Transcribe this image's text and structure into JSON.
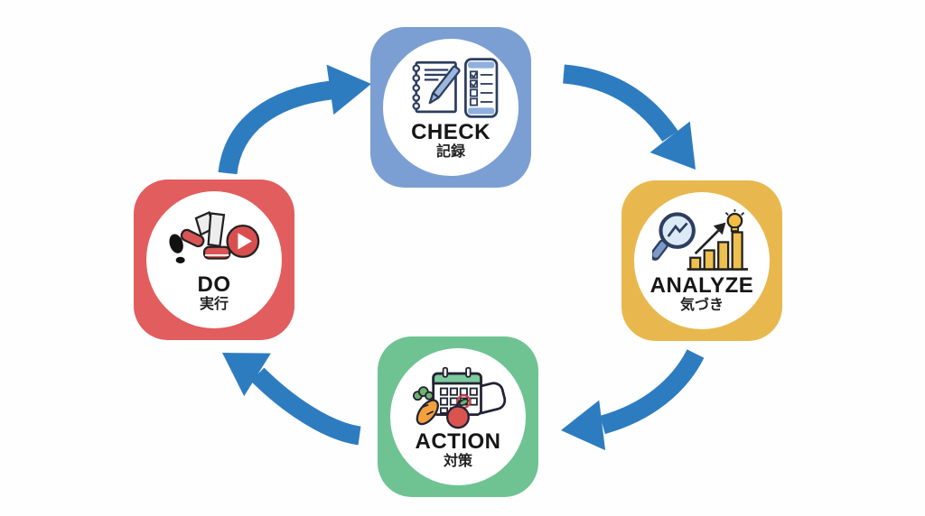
{
  "diagram": {
    "type": "cycle",
    "background": "#fefefe",
    "arrow_color": "#2e7cc0",
    "nodes": [
      {
        "id": "check",
        "label": "CHECK",
        "sublabel": "記録",
        "color": "#7b9fd2",
        "icons": [
          "notebook-pen-icon",
          "smartphone-checklist-icon"
        ]
      },
      {
        "id": "analyze",
        "label": "ANALYZE",
        "sublabel": "気づき",
        "color": "#e8b84f",
        "icons": [
          "magnifier-icon",
          "bar-chart-rising-arrow-icon",
          "lightbulb-icon"
        ]
      },
      {
        "id": "action",
        "label": "ACTION",
        "sublabel": "対策",
        "color": "#6fc392",
        "icons": [
          "calendar-icon",
          "carrot-icon",
          "apple-icon",
          "pillow-icon"
        ]
      },
      {
        "id": "do",
        "label": "DO",
        "sublabel": "実行",
        "color": "#e25d5d",
        "icons": [
          "walking-legs-icon",
          "footprint-icon",
          "play-button-icon"
        ]
      }
    ],
    "flow": [
      "DO → CHECK",
      "CHECK → ANALYZE",
      "ANALYZE → ACTION",
      "ACTION → DO"
    ]
  }
}
